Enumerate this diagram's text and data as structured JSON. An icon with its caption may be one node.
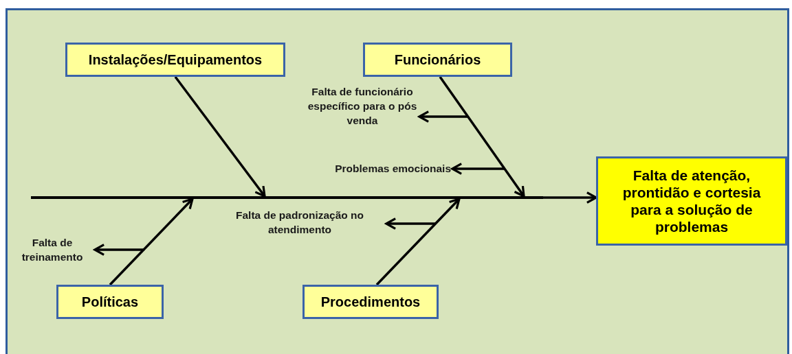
{
  "diagram": {
    "nodes": [
      {
        "text": [
          "Instalações/Equipamentos"
        ]
      },
      {
        "text": [
          "Funcionários"
        ]
      },
      {
        "text": [
          "Falta de funcionário específico para o pós venda"
        ]
      },
      {
        "text": [
          "Problemas emocionais"
        ]
      },
      {
        "text": [
          "Falta de atenção, prontidão e cortesia para a solução de problemas"
        ]
      },
      {
        "text": [
          "Falta de padronização no atendimento"
        ]
      },
      {
        "text": [
          "Falta de treinamento"
        ]
      },
      {
        "text": [
          "Políticas"
        ]
      },
      {
        "text": [
          "Procedimentos"
        ]
      },
      {
        "text": [],
        "shape": "bar"
      }
    ],
    "edges": [
      {
        "from": 9,
        "to": 4,
        "arrow": "to"
      },
      {
        "from": 0,
        "to": 9,
        "arrow": "to"
      },
      {
        "from": 1,
        "to": 9,
        "arrow": "to"
      },
      {
        "from": null,
        "to": 2,
        "arrow": "to"
      },
      {
        "from": null,
        "to": 3,
        "arrow": "to"
      },
      {
        "from": 7,
        "to": 9,
        "arrow": "to"
      },
      {
        "from": 8,
        "to": 9,
        "arrow": "to"
      },
      {
        "from": null,
        "to": 5,
        "arrow": "to"
      },
      {
        "from": null,
        "to": 6,
        "arrow": "to"
      }
    ]
  }
}
